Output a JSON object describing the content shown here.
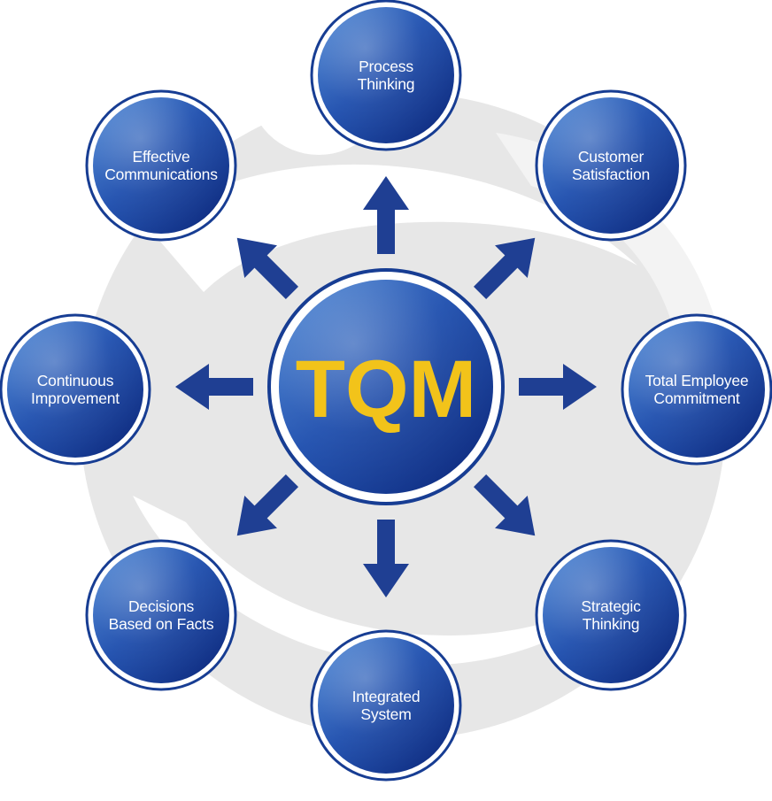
{
  "center": {
    "label": "TQM"
  },
  "nodes": [
    {
      "id": "process-thinking",
      "lines": [
        "Process",
        "Thinking"
      ]
    },
    {
      "id": "customer-satisfaction",
      "lines": [
        "Customer",
        "Satisfaction"
      ]
    },
    {
      "id": "total-employee-commitment",
      "lines": [
        "Total Employee",
        "Commitment"
      ]
    },
    {
      "id": "strategic-thinking",
      "lines": [
        "Strategic",
        "Thinking"
      ]
    },
    {
      "id": "integrated-system",
      "lines": [
        "Integrated",
        "System"
      ]
    },
    {
      "id": "decisions-based-on-facts",
      "lines": [
        "Decisions",
        "Based on Facts"
      ]
    },
    {
      "id": "continuous-improvement",
      "lines": [
        "Continuous",
        "Improvement"
      ]
    },
    {
      "id": "effective-communications",
      "lines": [
        "Effective",
        "Communications"
      ]
    }
  ],
  "colors": {
    "circle_light": "#3d74c7",
    "circle_dark": "#0f2f8a",
    "ring": "#173d93",
    "arrow": "#1f3f93",
    "tqm_text": "#f2c31a",
    "watermark": "#e7e7e7"
  }
}
